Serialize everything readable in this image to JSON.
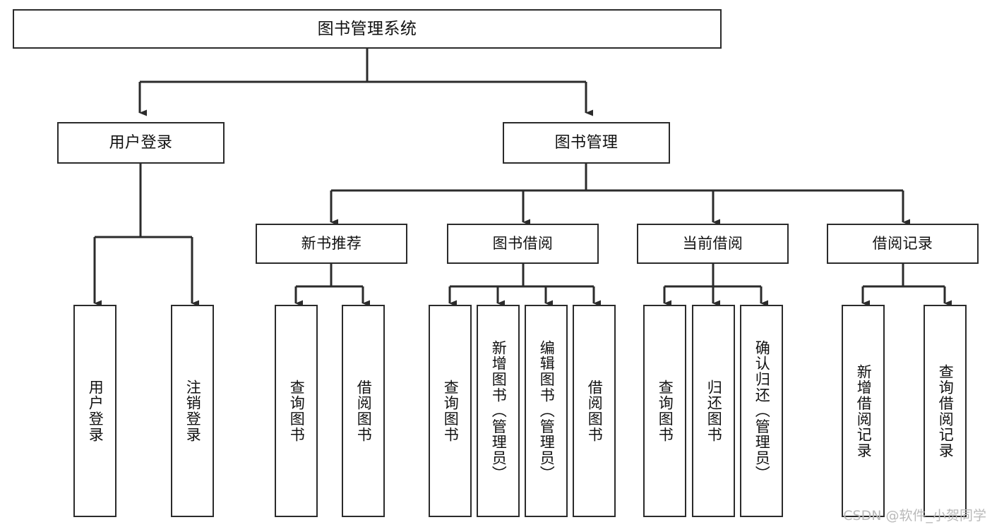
{
  "diagram": {
    "type": "tree",
    "title": "图书管理系统",
    "orientation": "top-down",
    "colors": {
      "box_border": "#2b2b2b",
      "box_fill": "#ffffff",
      "edge": "#2b2b2b",
      "text": "#111111",
      "watermark": "#b9b9b9",
      "background": "#ffffff"
    },
    "root": {
      "label": "图书管理系统"
    },
    "level2": [
      {
        "label": "用户登录"
      },
      {
        "label": "图书管理"
      }
    ],
    "level3": [
      {
        "label": "新书推荐"
      },
      {
        "label": "图书借阅"
      },
      {
        "label": "当前借阅"
      },
      {
        "label": "借阅记录"
      }
    ],
    "leaves": [
      {
        "label": "用户登录",
        "parent": "用户登录"
      },
      {
        "label": "注销登录",
        "parent": "用户登录"
      },
      {
        "label": "查询图书",
        "parent": "新书推荐"
      },
      {
        "label": "借阅图书",
        "parent": "新书推荐"
      },
      {
        "label": "查询图书",
        "parent": "图书借阅"
      },
      {
        "label": "新增图书（管理员）",
        "parent": "图书借阅"
      },
      {
        "label": "编辑图书（管理员）",
        "parent": "图书借阅"
      },
      {
        "label": "借阅图书",
        "parent": "图书借阅"
      },
      {
        "label": "查询图书",
        "parent": "当前借阅"
      },
      {
        "label": "归还图书",
        "parent": "当前借阅"
      },
      {
        "label": "确认归还（管理员）",
        "parent": "当前借阅"
      },
      {
        "label": "新增借阅记录",
        "parent": "借阅记录"
      },
      {
        "label": "查询借阅记录",
        "parent": "借阅记录"
      }
    ]
  },
  "watermark": {
    "text": "CSDN @软件_小贺同学"
  }
}
